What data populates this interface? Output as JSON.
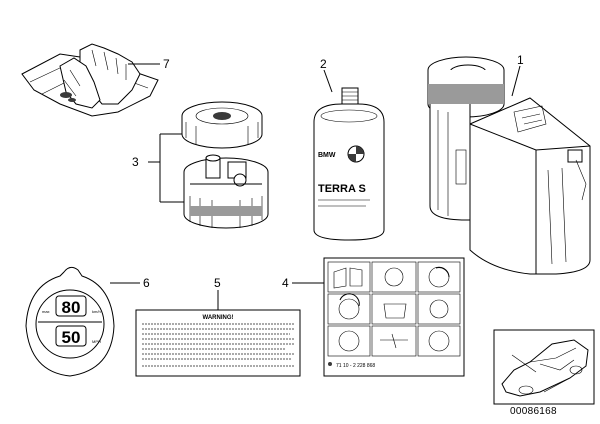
{
  "callouts": {
    "c1": "1",
    "c2": "2",
    "c3": "3",
    "c4": "4",
    "c5": "5",
    "c6": "6",
    "c7": "7"
  },
  "bottle": {
    "brand": "BMW",
    "label": "TERRA S"
  },
  "sticker": {
    "top": "80",
    "top_unit": "km/h",
    "bottom": "50",
    "bottom_unit": "MPH",
    "side_label": "max"
  },
  "warning_label": {
    "title": "WARNING!"
  },
  "instruction_sheet": {
    "part_number": "71 10 - 2 228 868"
  },
  "diagram_number": "00086168"
}
